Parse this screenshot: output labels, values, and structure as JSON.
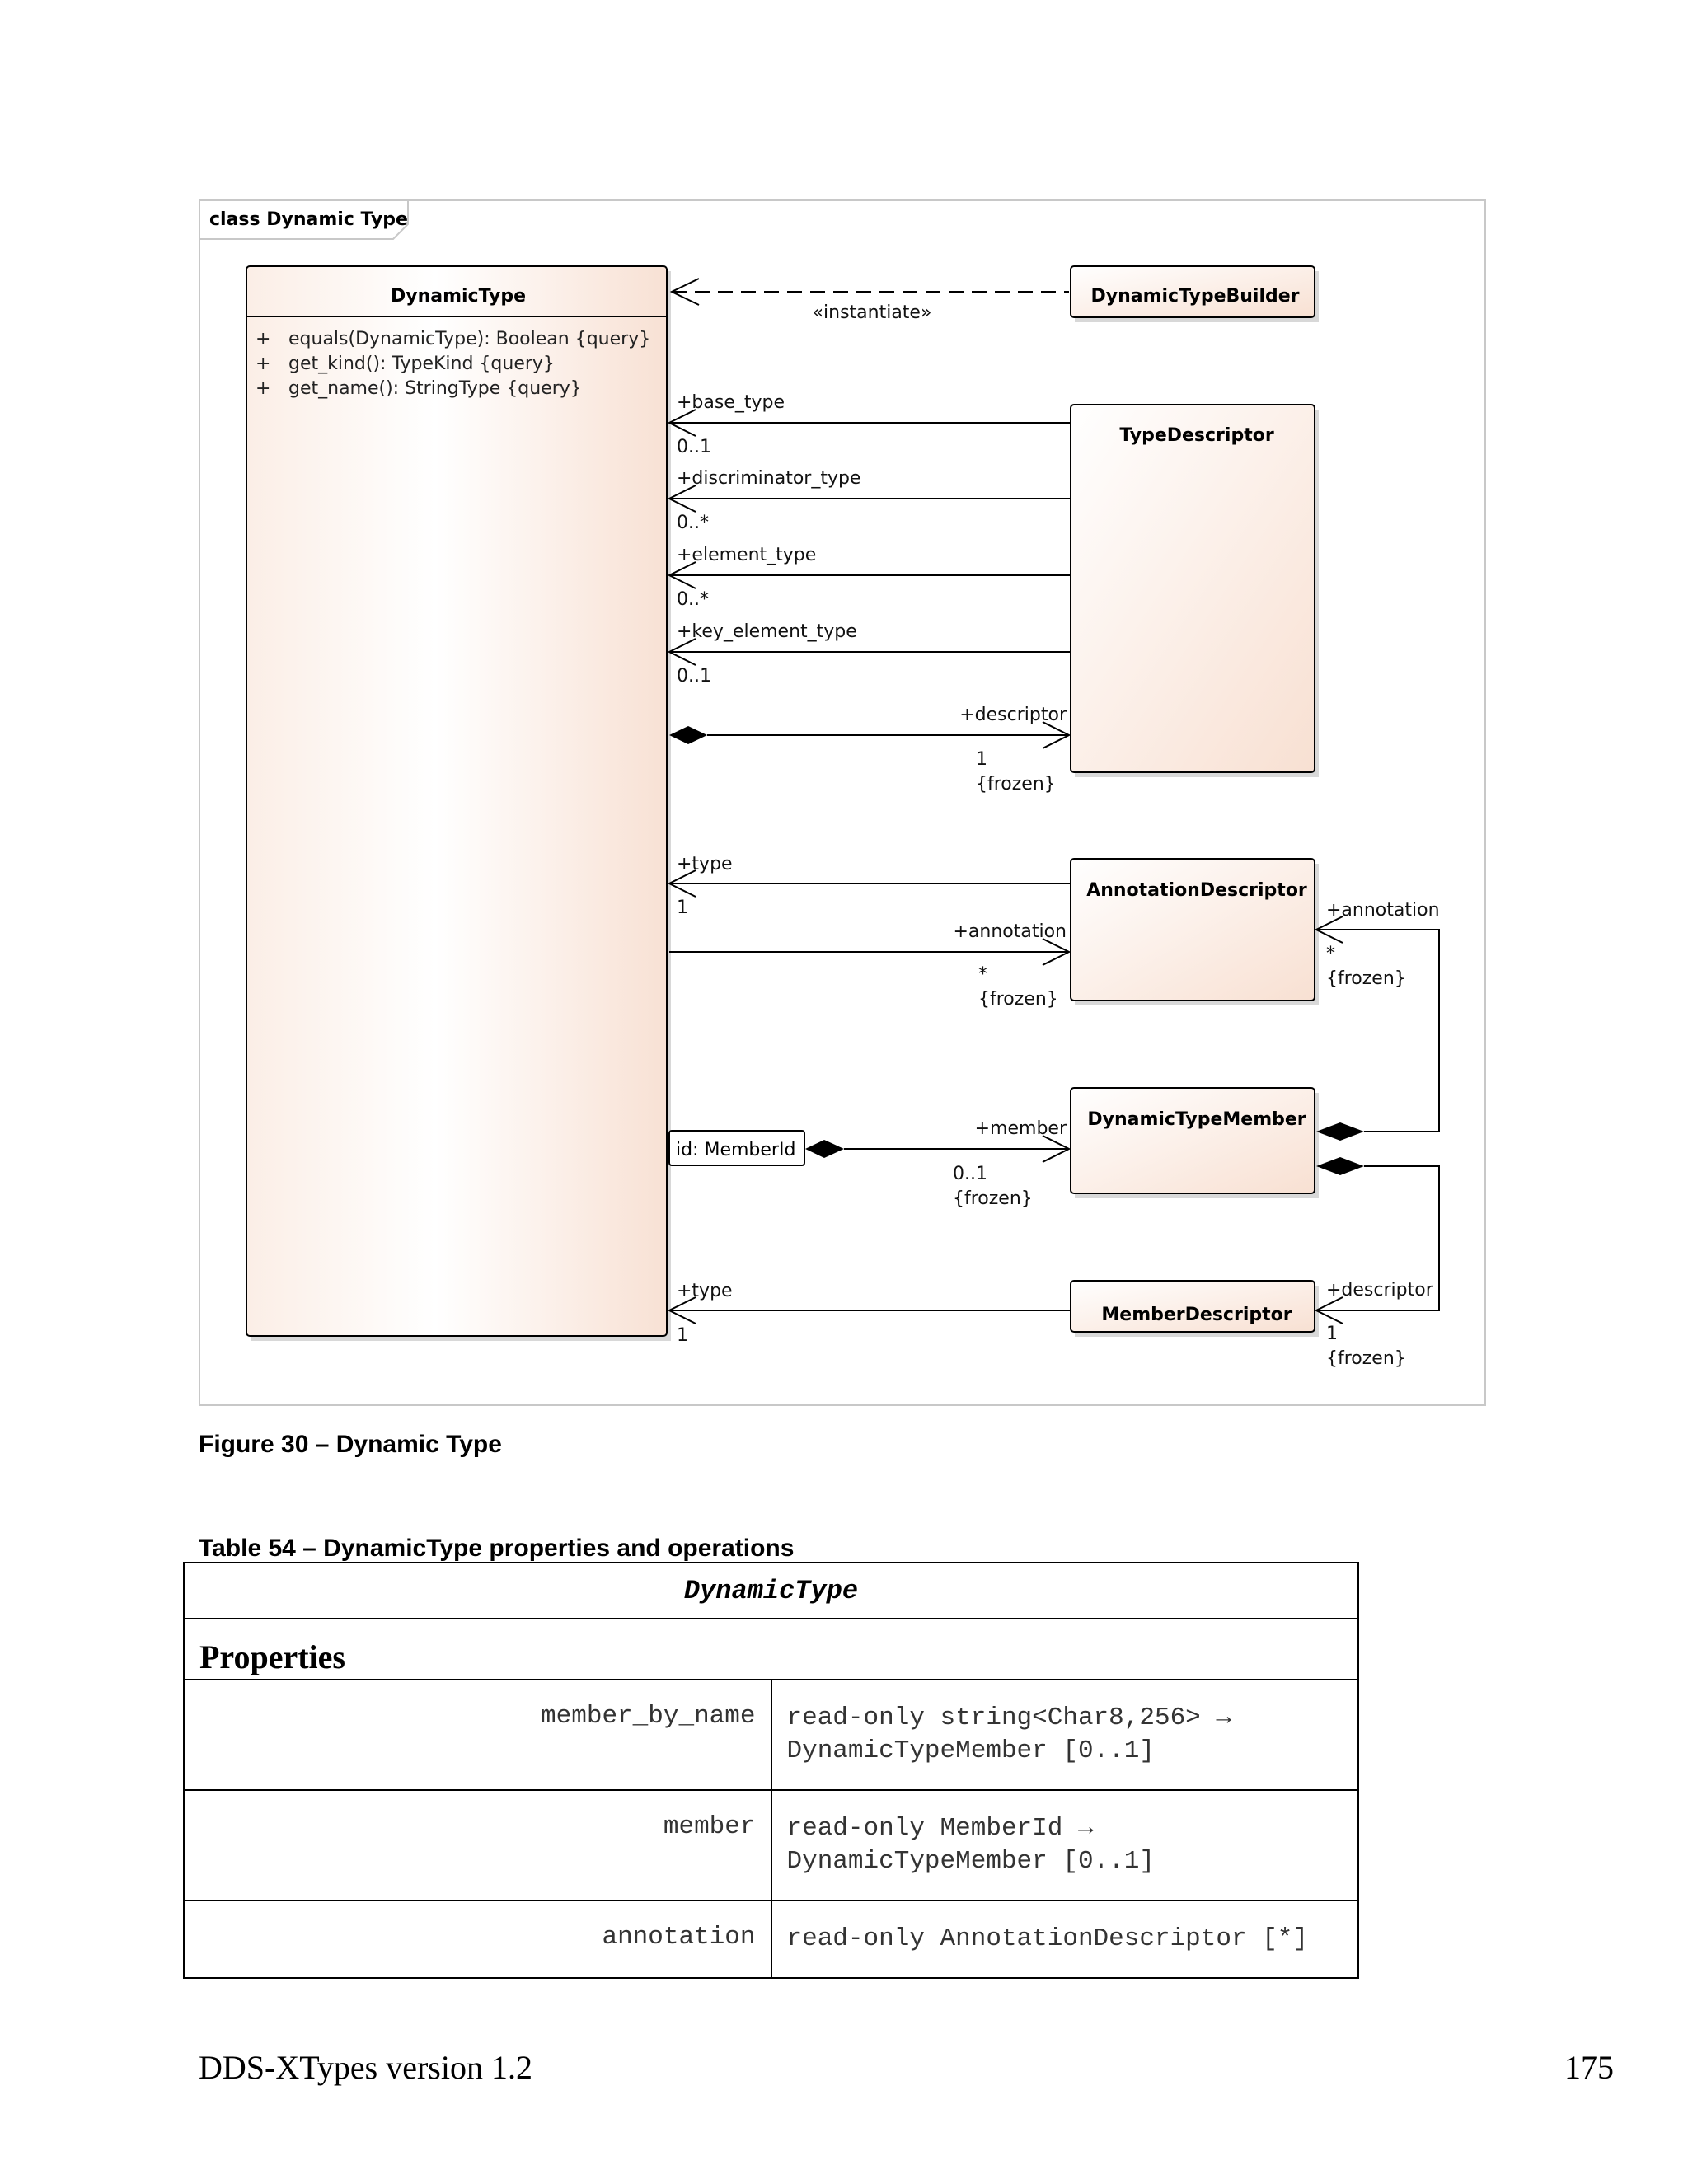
{
  "diagram": {
    "frame_tag": "class Dynamic Type",
    "classes": {
      "dynamic_type": {
        "name": "DynamicType",
        "operations": [
          {
            "visibility": "+",
            "signature": "equals(DynamicType): Boolean {query}"
          },
          {
            "visibility": "+",
            "signature": "get_kind(): TypeKind {query}"
          },
          {
            "visibility": "+",
            "signature": "get_name(): StringType {query}"
          }
        ]
      },
      "dynamic_type_builder": {
        "name": "DynamicTypeBuilder"
      },
      "type_descriptor": {
        "name": "TypeDescriptor"
      },
      "annotation_descriptor": {
        "name": "AnnotationDescriptor"
      },
      "dynamic_type_member": {
        "name": "DynamicTypeMember"
      },
      "member_descriptor": {
        "name": "MemberDescriptor"
      }
    },
    "qualifier": "id: MemberId",
    "labels": {
      "instantiate": "«instantiate»",
      "base_type": "+base_type",
      "base_type_mult": "0..1",
      "discriminator_type": "+discriminator_type",
      "discriminator_type_mult": "0..*",
      "element_type": "+element_type",
      "element_type_mult": "0..*",
      "key_element_type": "+key_element_type",
      "key_element_type_mult": "0..1",
      "descriptor": "+descriptor",
      "descriptor_mult": "1",
      "descriptor_frozen": "{frozen}",
      "ad_type": "+type",
      "ad_type_mult": "1",
      "annotation": "+annotation",
      "annotation_mult": "*",
      "annotation_frozen": "{frozen}",
      "dtm_annotation": "+annotation",
      "dtm_annotation_mult": "*",
      "dtm_annotation_frozen": "{frozen}",
      "member": "+member",
      "member_mult": "0..1",
      "member_frozen": "{frozen}",
      "md_type": "+type",
      "md_type_mult": "1",
      "md_descriptor": "+descriptor",
      "md_descriptor_mult": "1",
      "md_descriptor_frozen": "{frozen}"
    }
  },
  "figure_caption": "Figure 30 – Dynamic Type",
  "table_caption": "Table 54 – DynamicType properties and operations",
  "table": {
    "header": "DynamicType",
    "section": "Properties",
    "rows": [
      {
        "name": "member_by_name",
        "value_line1": "read-only string<Char8,256> →",
        "value_line2": "DynamicTypeMember [0..1]"
      },
      {
        "name": "member",
        "value_line1": "read-only MemberId →",
        "value_line2": "DynamicTypeMember [0..1]"
      },
      {
        "name": "annotation",
        "value_line1": "read-only AnnotationDescriptor [*]",
        "value_line2": ""
      }
    ]
  },
  "footer": {
    "left": "DDS-XTypes version 1.2",
    "right": "175"
  },
  "colors": {
    "class_fill_light": "#ffffff",
    "class_fill_tint": "#f8e3d8",
    "line": "#000000",
    "frame": "#c8c8c8"
  }
}
